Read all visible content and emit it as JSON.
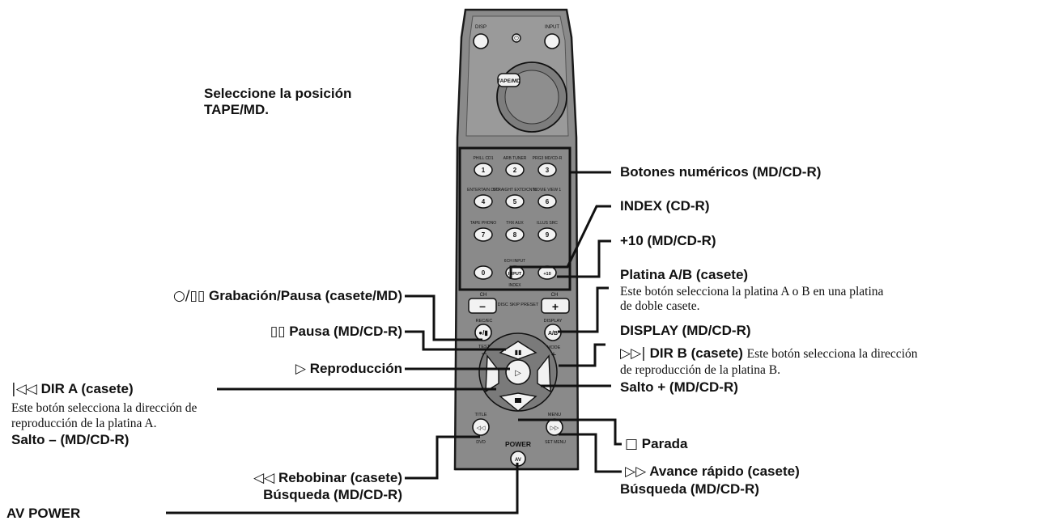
{
  "remote": {
    "top_labels": {
      "disp": "DISP",
      "input": "INPUT",
      "tape_md": "TAPE/MD"
    },
    "number_keys": [
      {
        "key": "1",
        "top": "PHILL CD1"
      },
      {
        "key": "2",
        "top": "ARB TUNER"
      },
      {
        "key": "3",
        "top": "PRG3 MD/CD-R"
      },
      {
        "key": "4",
        "top": "ENTERTAIN DVD"
      },
      {
        "key": "5",
        "top": "STRAIGHT EXTD/CNTL"
      },
      {
        "key": "6",
        "top": "MOVIE VIEW 1"
      },
      {
        "key": "7",
        "top": "TAPE PHONO"
      },
      {
        "key": "8",
        "top": "THX AUX"
      },
      {
        "key": "9",
        "top": "ILLUS SRC"
      },
      {
        "key": "0",
        "top": ""
      },
      {
        "key": "INPUT",
        "top": "6CH INPUT",
        "bottom": "INDEX"
      },
      {
        "key": "+10",
        "top": ""
      }
    ],
    "ch": "CH",
    "disc_skip": "DISC SKIP PRESET",
    "rec": "REC/EC",
    "display": "DISPLAY",
    "ab": "A/B",
    "test": "TEST",
    "mode": "MODE",
    "power": "POWER",
    "av": "AV",
    "title": "TITLE",
    "menu": "MENU",
    "dvd": "DVD",
    "setmenu": "SET MENU"
  },
  "labels": {
    "select_line1": "Seleccione la posición",
    "select_line2": "TAPE/MD.",
    "numeric": "Botones numéricos (MD/CD-R)",
    "index": "INDEX (CD-R)",
    "plus10": "+10 (MD/CD-R)",
    "platina_ab": "Platina A/B (casete)",
    "platina_desc1": "Este botón selecciona la platina A o B en una platina",
    "platina_desc2": "de doble casete.",
    "display": "DISPLAY (MD/CD-R)",
    "dirb_symbol": "▷▷|",
    "dirb": "DIR B (casete)",
    "dirb_desc1": "Este botón selecciona la dirección",
    "dirb_desc2": "de reproducción de la platina B.",
    "salto_plus": "Salto + (MD/CD-R)",
    "parada_symbol": "□",
    "parada": "Parada",
    "avance_symbol": "▷▷",
    "avance": "Avance rápido (casete)",
    "busqueda_right": "Búsqueda (MD/CD-R)",
    "grabacion_symbol": "○/▯▯",
    "grabacion": "Grabación/Pausa (casete/MD)",
    "pausa_symbol": "▯▯",
    "pausa": "Pausa (MD/CD-R)",
    "repro_symbol": "▷",
    "repro": "Reproducción",
    "dira_symbol": "|◁◁",
    "dira": "DIR A (casete)",
    "dira_desc1": "Este botón selecciona la dirección de",
    "dira_desc2": "reproducción de la platina A.",
    "salto_minus": "Salto – (MD/CD-R)",
    "rebobinar_symbol": "◁◁",
    "rebobinar": "Rebobinar (casete)",
    "busqueda_left": "Búsqueda (MD/CD-R)",
    "av_power": "AV POWER"
  }
}
